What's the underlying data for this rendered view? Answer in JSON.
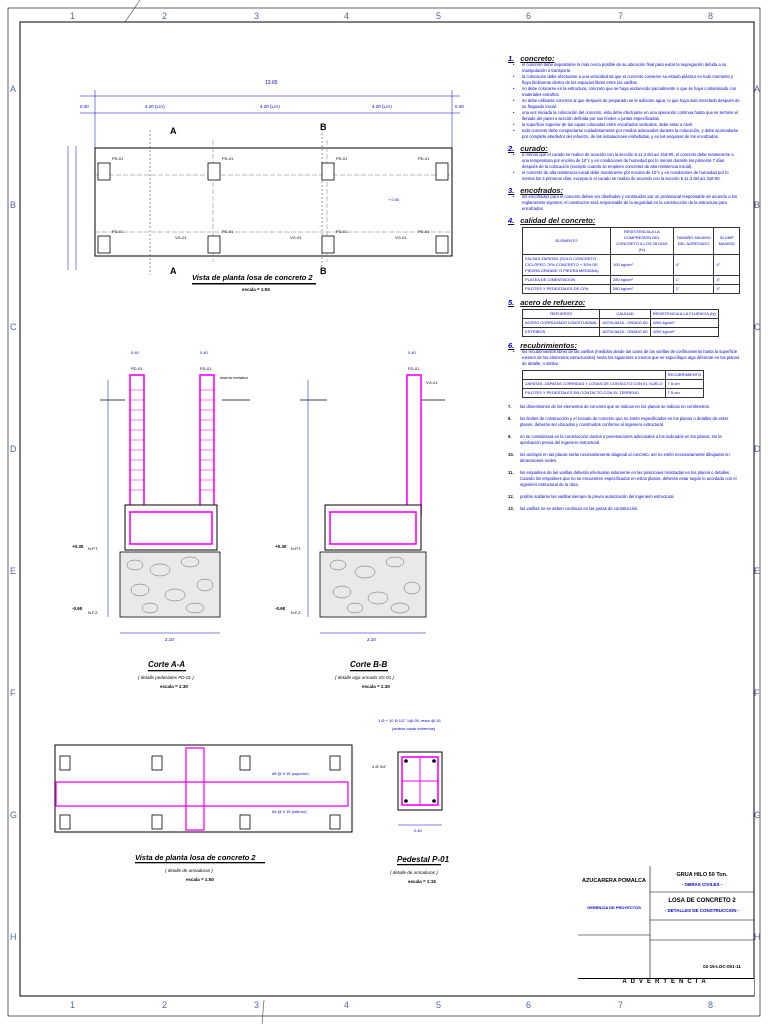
{
  "grid": {
    "cols": [
      "1",
      "2",
      "3",
      "4",
      "5",
      "6",
      "7",
      "8"
    ],
    "rows": [
      "A",
      "B",
      "C",
      "D",
      "E",
      "F",
      "G",
      "H"
    ]
  },
  "plan_top": {
    "title": "Vista de planta losa de concreto 2",
    "scale": "escala = 1:50",
    "overall": "13.65",
    "spans": [
      "0.40",
      "4.20 (L/A)",
      "4.20 (L/A)",
      "4.20 (L/A)",
      "0.40"
    ],
    "section_a": "A",
    "section_b": "B",
    "col_label": "PD-01",
    "beam_label": "VG-01",
    "level": "+ 0.00"
  },
  "section_a": {
    "title": "Corte A-A",
    "subtitle": "( detalle pedestales PD-01 )",
    "scale": "escala = 1:30",
    "label_col": "PD-01",
    "inserto": "inserto metalico",
    "width": "2.10",
    "npt": "N.P.T.",
    "nfz": "N.F.Z.",
    "lev1": "+0.30",
    "lev2": "-0.60",
    "dim_top": "0.40"
  },
  "section_b": {
    "title": "Corte B-B",
    "subtitle": "( detalle viga armada VG-01 )",
    "scale": "escala = 1:30",
    "label_col": "PD-01",
    "label_beam": "VG-01",
    "width": "2.10",
    "npt": "N.P.T.",
    "nfz": "N.F.Z.",
    "lev1": "+0.30",
    "lev2": "-0.60",
    "dim_top": "0.40"
  },
  "plan_bottom": {
    "title": "Vista de planta losa de concreto 2",
    "subtitle": "( detalle de armaduras )",
    "scale": "escala = 1:50",
    "bar1": "#5 @ 0.15 (superior)",
    "bar2": "#5 @ 0.15 (inferior)"
  },
  "pedestal": {
    "title": "Pedestal P-01",
    "subtitle": "( detalle de armaduras )",
    "scale": "escala = 1:15",
    "note": "1 Ø + 10 Ø 1/2\" 1@.05, resto @.15",
    "note2": "(ambos caras extremos)",
    "dim": "0.40",
    "bar": "4 Ø 3/4\""
  },
  "notes": {
    "n1_title": "concreto:",
    "n1_items": [
      "el concreto debe depositarse lo más cerca posible de su ubicación final para evitar la segregación debida a su manipulación o transporte.",
      "la colocación debe efectuarse a una velocidad tal que el concreto conserve su estado plástico en todo momento y fluya fácilmente dentro de los espacios libres entre las varillas.",
      "no debe colocarse en la estructura, concreto que se haya endurecido parcialmente o que se haya contaminado con materiales extraños.",
      "no debe utilizarse concreto al que después de preparado se le adicione agua, ni que haya sido mezclado después de su fraguado inicial.",
      "una vez iniciada la colocación del concreto, ésta debe efectuarse en una operación continua hasta que se termine el llenado del panel o sección definida por sus límites o juntas especificadas.",
      "la superficie superior de las capas colocadas entre encofrados verticales, debe estar a nivel.",
      "todo concreto debe compactarse cuidadosamente por medios adecuados durante la colocación, y debe acomodarse por completo alrededor del refuerzo, de las instalaciones embebidas, y en las esquinas de los encofrados."
    ],
    "n2_title": "curado:",
    "n2_items": [
      "a menos que el curado se realice de acuerdo con la sección 5.11.3 del aci 318-05, el concreto debe mantenerse a una temperatura por encima de 10°c y en condiciones de humedad por lo menos durante los primeros 7 días después de la colocación (excepto cuando se empleen concretos de alta resistencia inicial).",
      "el concreto de alta resistencia inicial debe mantenerse por encima de 10°c y en condiciones de humedad por lo menos los 3 primeros días, excepto si el curado se realiza de acuerdo con la sección 5.11.3 del aci 318-05."
    ],
    "n3_title": "encofrados:",
    "n3_items": [
      "los encofrados para el concreto deben ser diseñados y construidos por un profesional responsable de acuerdo a los reglamentos vigentes; el constructor será responsable de la seguridad en la construcción de la estructura para encofrados."
    ],
    "n4_title": "calidad del concreto:",
    "n4_headers": [
      "ELEMENTO",
      "RESISTENCIA A LA COMPRESIÓN DEL CONCRETO A LOS 28 DIAS (f'c)",
      "TAMAÑO MAXIMO DEL AGREGADO",
      "SLUMP MAXIMO"
    ],
    "n4_rows": [
      [
        "FALSAS ZAPATAS (SOLO CONCRETO CICLOPEO 70% CONCRETO + 30% DE PIEDRA GRANDE O PIEDRA MEDIANA)",
        "100 kg/cm²",
        "4\"",
        "4\""
      ],
      [
        "PLATEA DE CIMENTACION",
        "280 kg/cm²",
        "1\"",
        "4\""
      ],
      [
        "PILOTES Y PEDESTALES DE CPA",
        "280 kg/cm²",
        "1\"",
        "4\""
      ]
    ],
    "n5_title": "acero de refuerzo:",
    "n5_headers": [
      "REFUERZO",
      "CALIDAD",
      "RESISTENCIA A LA FLUENCIA (fy)"
    ],
    "n5_rows": [
      [
        "ACERO CORRUGADO LONGITUDINAL",
        "ASTM A615 - GRADO 60",
        "4200 kg/cm²"
      ],
      [
        "ESTRIBOS",
        "ASTM A615 - GRADO 60",
        "4200 kg/cm²"
      ]
    ],
    "n6_title": "recubrimientos:",
    "n6_text": "los recubrimientos libres de las varillas (medidos desde las caras de las varillas de confinamiento hasta la superficie exterior de los elementos estructurales) serán los siguientes a menos que se especifique algo diferente en los planos de detalle, o similar.",
    "n6_headers": [
      "",
      "RECUBRIMIENTO"
    ],
    "n6_rows": [
      [
        "ZAPATAS, ZAPATAS CORRIDAS Y LOSAS DE CONTACTO CON EL SUELO",
        "7.5 cm"
      ],
      [
        "PILOTES Y PEDESTALES EN CONTACTO CON EL TERRENO",
        "7.5 cm"
      ]
    ],
    "n7": "las dimensiones de los elementos de concreto que se indican en los planos se indican en centímetros.",
    "n8": "los limites de construcción y el rociado de concreto que no estén especificados en los planos o detalles de estos planos, deberán ser ubicados y construidos conforme al ingeniero estructural.",
    "n9": "no se considerará en la construcción ductos o penetraciones adicionales a los indicados en los planos, sin la aprobación previa del ingeniero estructural.",
    "n10": "los anclajes en las placas serán necesariamente diagonal al concreto, así no estén necesariamente dibujados en dimensiones reales.",
    "n11": "los empalmes de las varillas deberán efectuarse solamente en las posiciones mostradas en los planos o detalles. Cuando los empalmes que no se encuentren especificados en estos planos, deberán estar según lo acordado con el ingeniero estructural de la obra.",
    "n12": "podrán soldarse las varillas siempre la previa autorización del ingeniero estructural.",
    "n13": "las varillas no se deben continuar en las juntas de construcción."
  },
  "title_block": {
    "company": "AZUCARERA POMALCA",
    "dept": "GERENCIA DE PROYECTOS",
    "project": "GRUA HILO 50 Ton.",
    "project_sub": "- OBRAS CIVILES -",
    "sheet_title": "LOSA DE CONCRETO 2",
    "sheet_sub": "- DETALLES DE CONSTRUCCION -",
    "code": "02-15-LOC-001-11",
    "warning": "ADVERTENCIA"
  }
}
